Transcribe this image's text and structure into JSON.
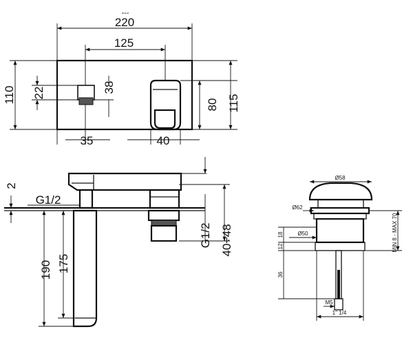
{
  "front_view": {
    "title_mark": "---",
    "width_total": "220",
    "inlet_spacing": "125",
    "plate_height": "110",
    "spout_height": "22",
    "spout_offset": "38",
    "lever_height": "80",
    "overall_height": "115",
    "spout_from_edge": "35",
    "lever_width": "40"
  },
  "side_view": {
    "plate_thickness": "2",
    "thread_left": "G1/2",
    "thread_right": "G1/2",
    "depth_range": "40÷48",
    "body_length": "190",
    "spout_length": "175"
  },
  "waste_view": {
    "cap_diameter": "Ø58",
    "flange_diameter": "Ø62",
    "body_diameter": "Ø50",
    "dim_18": "18",
    "dim_12": "12",
    "dim_36": "36",
    "range_label": "MIN 8 - MAX 70",
    "thread_m5": "M5",
    "thread_bottom": "1\" 1/4"
  }
}
